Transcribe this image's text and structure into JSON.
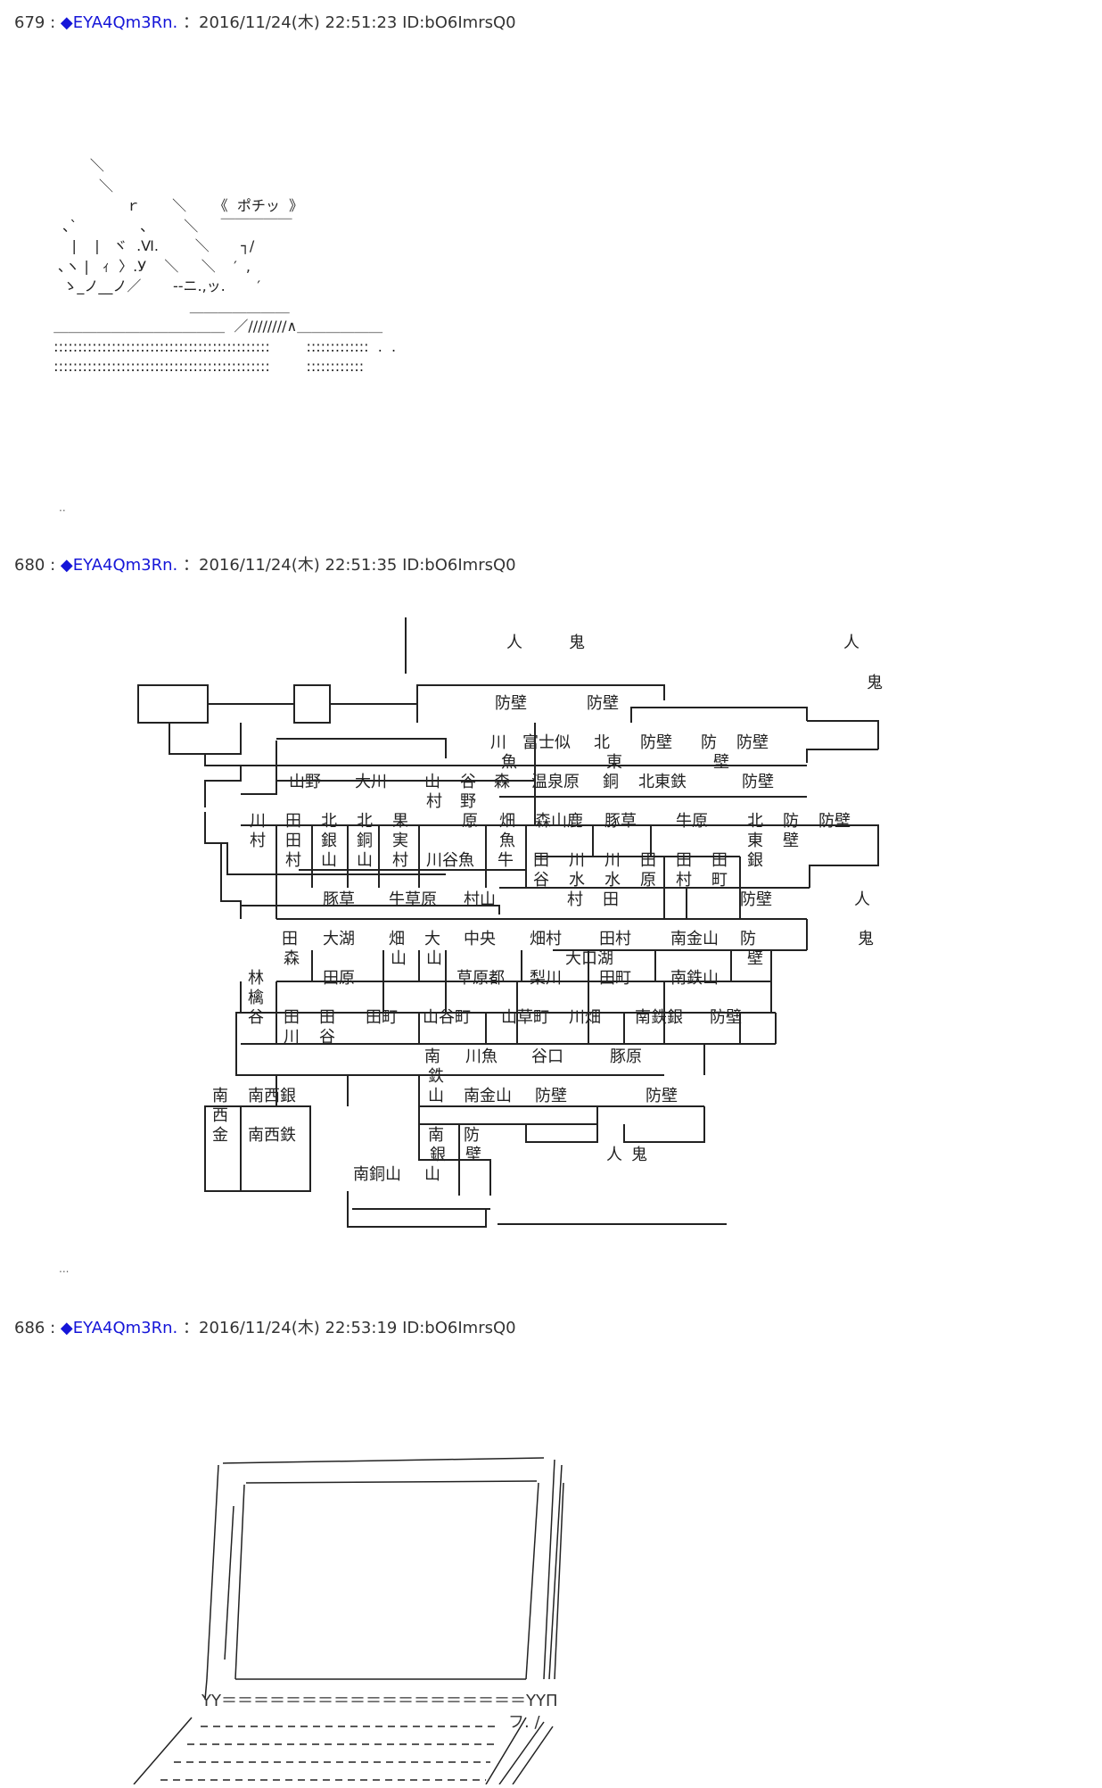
{
  "posts": [
    {
      "number": "679",
      "name": "◆EYA4Qm3Rn.",
      "meta": "：2016/11/24(木) 22:51:23 ID:bO6ImrsQ0",
      "art": "\n\n\n\n\n\n          ＼\n            ＼\n                  ｒ       ＼      《  ポチッ  》\n    ､`              ､        ＼     ￣￣￣￣￣\n      |    |   ヾ  .Ⅵ.        ＼       ┐/\n   ､ヽ |   ｨ  〉.У    ＼     ＼    ′  ,\n    ゝ_ノ__ノ／       ‐-ニ.,ッ.       ′\n                                ＿＿＿＿＿＿＿\n  ＿＿＿＿＿＿＿＿＿＿＿＿  ／////////∧＿＿＿＿＿＿\n  :::::::::::::::::::::::::::::::::::::::::::::        :::::::::::::  .  .\n  :::::::::::::::::::::::::::::::::::::::::::::        ::::::::::::",
      "trailer": ".."
    },
    {
      "number": "680",
      "name": "◆EYA4Qm3Rn.",
      "meta": "：2016/11/24(木) 22:51:35 ID:bO6ImrsQ0",
      "trailer": "..."
    },
    {
      "number": "686",
      "name": "◆EYA4Qm3Rn.",
      "meta": "：2016/11/24(木) 22:53:19 ID:bO6ImrsQ0",
      "laptop_line1": "YY＝＝＝＝＝＝＝＝＝＝＝＝＝＝＝＝＝＝＝YYΠ",
      "laptop_line2": "フ. /"
    }
  ],
  "map_labels": [
    {
      "t": "人"
    },
    {
      "t": "鬼"
    },
    {
      "t": "人"
    },
    {
      "t": "鬼"
    },
    {
      "t": "防壁"
    },
    {
      "t": "防壁"
    },
    {
      "t": "川"
    },
    {
      "t": "富士似"
    },
    {
      "t": "北"
    },
    {
      "t": "防壁"
    },
    {
      "t": "防"
    },
    {
      "t": "防壁"
    },
    {
      "t": "魚"
    },
    {
      "t": "東"
    },
    {
      "t": "壁"
    },
    {
      "t": "山野"
    },
    {
      "t": "大川"
    },
    {
      "t": "山"
    },
    {
      "t": "谷"
    },
    {
      "t": "森"
    },
    {
      "t": "温泉原"
    },
    {
      "t": "銅"
    },
    {
      "t": "北東鉄"
    },
    {
      "t": "防壁"
    },
    {
      "t": "村"
    },
    {
      "t": "野"
    },
    {
      "t": "川"
    },
    {
      "t": "田"
    },
    {
      "t": "北"
    },
    {
      "t": "北"
    },
    {
      "t": "果"
    },
    {
      "t": "原"
    },
    {
      "t": "畑"
    },
    {
      "t": "森山鹿"
    },
    {
      "t": "豚草"
    },
    {
      "t": "牛原"
    },
    {
      "t": "北"
    },
    {
      "t": "防"
    },
    {
      "t": "防壁"
    },
    {
      "t": "村"
    },
    {
      "t": "田"
    },
    {
      "t": "銀"
    },
    {
      "t": "銅"
    },
    {
      "t": "実"
    },
    {
      "t": "魚"
    },
    {
      "t": "東"
    },
    {
      "t": "壁"
    },
    {
      "t": "村"
    },
    {
      "t": "山"
    },
    {
      "t": "山"
    },
    {
      "t": "村"
    },
    {
      "t": "川谷魚"
    },
    {
      "t": "牛"
    },
    {
      "t": "田"
    },
    {
      "t": "川"
    },
    {
      "t": "川"
    },
    {
      "t": "田"
    },
    {
      "t": "田"
    },
    {
      "t": "田"
    },
    {
      "t": "銀"
    },
    {
      "t": "谷"
    },
    {
      "t": "水"
    },
    {
      "t": "水"
    },
    {
      "t": "原"
    },
    {
      "t": "村"
    },
    {
      "t": "町"
    },
    {
      "t": "豚草"
    },
    {
      "t": "牛草原"
    },
    {
      "t": "村山"
    },
    {
      "t": "村"
    },
    {
      "t": "田"
    },
    {
      "t": "防壁"
    },
    {
      "t": "人"
    },
    {
      "t": "田"
    },
    {
      "t": "大湖"
    },
    {
      "t": "畑"
    },
    {
      "t": "大"
    },
    {
      "t": "中央"
    },
    {
      "t": "畑村"
    },
    {
      "t": "田村"
    },
    {
      "t": "南金山"
    },
    {
      "t": "防"
    },
    {
      "t": "鬼"
    },
    {
      "t": "森"
    },
    {
      "t": "山"
    },
    {
      "t": "山"
    },
    {
      "t": "大口湖"
    },
    {
      "t": "壁"
    },
    {
      "t": "林"
    },
    {
      "t": "田原"
    },
    {
      "t": "草原都"
    },
    {
      "t": "梨川"
    },
    {
      "t": "田町"
    },
    {
      "t": "南鉄山"
    },
    {
      "t": "檎"
    },
    {
      "t": "谷"
    },
    {
      "t": "田"
    },
    {
      "t": "田"
    },
    {
      "t": "田町"
    },
    {
      "t": "山谷町"
    },
    {
      "t": "山草町"
    },
    {
      "t": "川畑"
    },
    {
      "t": "南鉄銀"
    },
    {
      "t": "防壁"
    },
    {
      "t": "川"
    },
    {
      "t": "谷"
    },
    {
      "t": "南"
    },
    {
      "t": "川魚"
    },
    {
      "t": "谷口"
    },
    {
      "t": "豚原"
    },
    {
      "t": "鉄"
    },
    {
      "t": "南"
    },
    {
      "t": "南西銀"
    },
    {
      "t": "山"
    },
    {
      "t": "南金山"
    },
    {
      "t": "防壁"
    },
    {
      "t": "防壁"
    },
    {
      "t": "西"
    },
    {
      "t": "金"
    },
    {
      "t": "南西鉄"
    },
    {
      "t": "南"
    },
    {
      "t": "防"
    },
    {
      "t": "銀"
    },
    {
      "t": "壁"
    },
    {
      "t": "人"
    },
    {
      "t": "鬼"
    },
    {
      "t": "南銅山"
    },
    {
      "t": "山"
    }
  ]
}
